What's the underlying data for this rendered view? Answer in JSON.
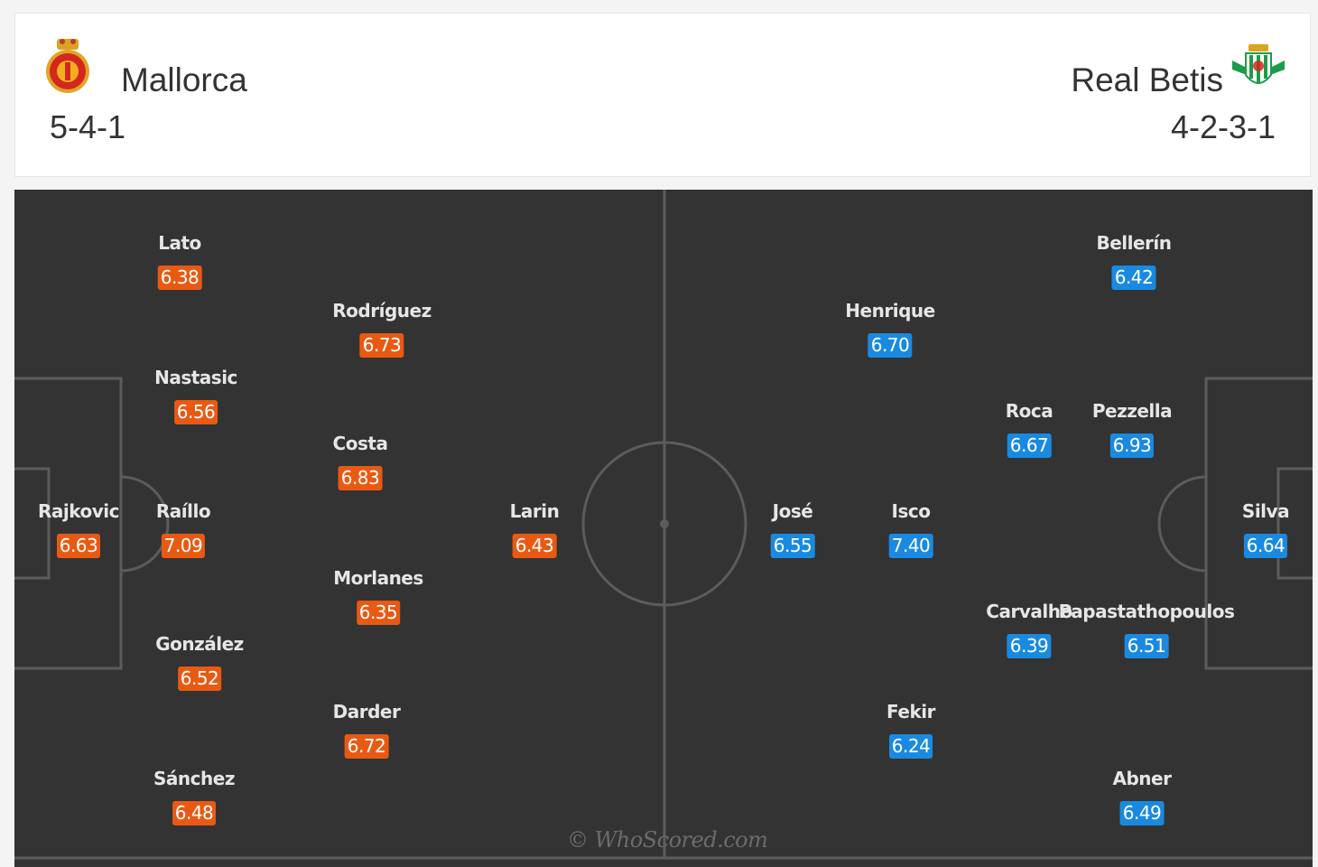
{
  "match": {
    "home": {
      "name": "Mallorca",
      "formation": "5-4-1",
      "crest": "mallorca-crest"
    },
    "away": {
      "name": "Real Betis",
      "formation": "4-2-3-1",
      "crest": "real-betis-crest"
    }
  },
  "colors": {
    "home_rating_bg": "#e85a13",
    "away_rating_bg": "#1a8ae0",
    "pitch": "#333333"
  },
  "home_players": [
    {
      "name": "Lato",
      "rating": "6.38"
    },
    {
      "name": "Rodríguez",
      "rating": "6.73"
    },
    {
      "name": "Nastasic",
      "rating": "6.56"
    },
    {
      "name": "Costa",
      "rating": "6.83"
    },
    {
      "name": "Rajkovic",
      "rating": "6.63"
    },
    {
      "name": "Raíllo",
      "rating": "7.09"
    },
    {
      "name": "Larin",
      "rating": "6.43"
    },
    {
      "name": "Morlanes",
      "rating": "6.35"
    },
    {
      "name": "González",
      "rating": "6.52"
    },
    {
      "name": "Darder",
      "rating": "6.72"
    },
    {
      "name": "Sánchez",
      "rating": "6.48"
    }
  ],
  "away_players": [
    {
      "name": "Bellerín",
      "rating": "6.42"
    },
    {
      "name": "Henrique",
      "rating": "6.70"
    },
    {
      "name": "Roca",
      "rating": "6.67"
    },
    {
      "name": "Pezzella",
      "rating": "6.93"
    },
    {
      "name": "José",
      "rating": "6.55"
    },
    {
      "name": "Isco",
      "rating": "7.40"
    },
    {
      "name": "Silva",
      "rating": "6.64"
    },
    {
      "name": "Carvalho",
      "rating": "6.39"
    },
    {
      "name": "Papastathopoulos",
      "rating": "6.51"
    },
    {
      "name": "Fekir",
      "rating": "6.24"
    },
    {
      "name": "Abner",
      "rating": "6.49"
    }
  ],
  "watermark": "© WhoScored.com"
}
